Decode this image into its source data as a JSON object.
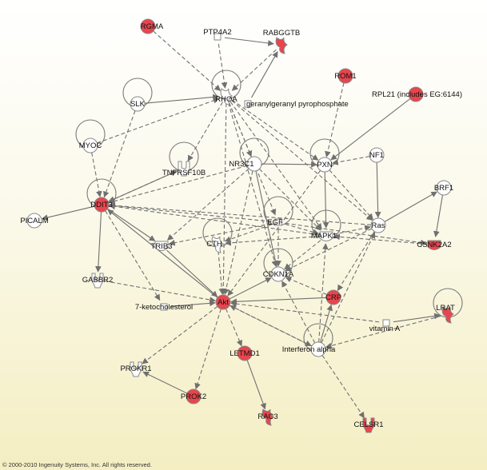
{
  "colors": {
    "highlight": "#e8454d",
    "neutral": "#ffffff",
    "stroke": "#7a7a7a",
    "edge": "#707070"
  },
  "nodes": [
    {
      "id": "RGMA",
      "label": "RGMA",
      "color": "red",
      "shape": "circle"
    },
    {
      "id": "PTP4A2",
      "label": "PTP4A2",
      "color": "white",
      "shape": "square"
    },
    {
      "id": "RABGGTB",
      "label": "RABGGTB",
      "color": "red",
      "shape": "enzyme"
    },
    {
      "id": "ROM1",
      "label": "ROM1",
      "color": "red",
      "shape": "circle"
    },
    {
      "id": "RPL21",
      "label": "RPL21 (includes EG:6144)",
      "color": "red",
      "shape": "circle"
    },
    {
      "id": "SLK",
      "label": "SLK",
      "color": "white",
      "shape": "circle"
    },
    {
      "id": "RHOA",
      "label": "RHOA",
      "color": "white",
      "shape": "enzyme"
    },
    {
      "id": "GGPP",
      "label": "geranylgeranyl pyrophosphate",
      "color": "white",
      "shape": "square"
    },
    {
      "id": "MYOC",
      "label": "MYOC",
      "color": "white",
      "shape": "circle"
    },
    {
      "id": "TNFRSF10B",
      "label": "TNFRSF10B",
      "color": "white",
      "shape": "receptor"
    },
    {
      "id": "NR3C1",
      "label": "NR3C1",
      "color": "white",
      "shape": "circle"
    },
    {
      "id": "PXN",
      "label": "PXN",
      "color": "white",
      "shape": "circle"
    },
    {
      "id": "NF1",
      "label": "NF1",
      "color": "white",
      "shape": "circle"
    },
    {
      "id": "DDIT3",
      "label": "DDIT3",
      "color": "red",
      "shape": "circle"
    },
    {
      "id": "BRF1",
      "label": "BRF1",
      "color": "white",
      "shape": "circle"
    },
    {
      "id": "PICALM",
      "label": "PICALM",
      "color": "white",
      "shape": "circle"
    },
    {
      "id": "EGF",
      "label": "EGF",
      "color": "white",
      "shape": "square"
    },
    {
      "id": "Ras",
      "label": "Ras",
      "color": "white",
      "shape": "circle"
    },
    {
      "id": "MAPK1",
      "label": "MAPK1",
      "color": "white",
      "shape": "kinase"
    },
    {
      "id": "TRIB3",
      "label": "TRIB3",
      "color": "white",
      "shape": "kinase"
    },
    {
      "id": "CTH",
      "label": "CTH",
      "color": "white",
      "shape": "enzyme"
    },
    {
      "id": "CSNK2A2",
      "label": "CSNK2A2",
      "color": "red",
      "shape": "kinase"
    },
    {
      "id": "CDKN1A",
      "label": "CDKN1A",
      "color": "white",
      "shape": "circle"
    },
    {
      "id": "GABBR2",
      "label": "GABBR2",
      "color": "white",
      "shape": "receptor"
    },
    {
      "id": "CRP",
      "label": "CRP",
      "color": "red",
      "shape": "circle"
    },
    {
      "id": "LRAT",
      "label": "LRAT",
      "color": "red",
      "shape": "enzyme"
    },
    {
      "id": "KETO",
      "label": "7-ketocholesterol",
      "color": "white",
      "shape": "square"
    },
    {
      "id": "Akt",
      "label": "Akt",
      "color": "red",
      "shape": "circle"
    },
    {
      "id": "VITA",
      "label": "vitamin A",
      "color": "white",
      "shape": "square"
    },
    {
      "id": "LETMD1",
      "label": "LETMD1",
      "color": "red",
      "shape": "circle"
    },
    {
      "id": "IFNA",
      "label": "Interferon alpha",
      "color": "white",
      "shape": "circle"
    },
    {
      "id": "PROKR1",
      "label": "PROKR1",
      "color": "white",
      "shape": "receptor"
    },
    {
      "id": "PROK2",
      "label": "PROK2",
      "color": "red",
      "shape": "circle"
    },
    {
      "id": "RAC3",
      "label": "RAC3",
      "color": "red",
      "shape": "enzyme"
    },
    {
      "id": "CELSR1",
      "label": "CELSR1",
      "color": "red",
      "shape": "receptor"
    }
  ],
  "edges": [
    {
      "from": "RGMA",
      "to": "RHOA",
      "style": "dashed"
    },
    {
      "from": "PTP4A2",
      "to": "RHOA",
      "style": "dashed"
    },
    {
      "from": "PTP4A2",
      "to": "RABGGTB",
      "style": "solid"
    },
    {
      "from": "GGPP",
      "to": "RABGGTB",
      "style": "solid"
    },
    {
      "from": "RABGGTB",
      "to": "RHOA",
      "style": "dashed"
    },
    {
      "from": "SLK",
      "to": "RHOA",
      "style": "solid"
    },
    {
      "from": "SLK",
      "to": "DDIT3",
      "style": "dashed"
    },
    {
      "from": "MYOC",
      "to": "RHOA",
      "style": "dashed"
    },
    {
      "from": "MYOC",
      "to": "DDIT3",
      "style": "dashed"
    },
    {
      "from": "RHOA",
      "to": "TNFRSF10B",
      "style": "dashed"
    },
    {
      "from": "RHOA",
      "to": "NR3C1",
      "style": "dashed"
    },
    {
      "from": "RHOA",
      "to": "PXN",
      "style": "dashed"
    },
    {
      "from": "RHOA",
      "to": "CDKN1A",
      "style": "dashed"
    },
    {
      "from": "RHOA",
      "to": "MAPK1",
      "style": "dashed"
    },
    {
      "from": "RHOA",
      "to": "Ras",
      "style": "dashed"
    },
    {
      "from": "RHOA",
      "to": "EGF",
      "style": "dashed"
    },
    {
      "from": "ROM1",
      "to": "PXN",
      "style": "dashed"
    },
    {
      "from": "RPL21",
      "to": "PXN",
      "style": "solid"
    },
    {
      "from": "NR3C1",
      "to": "PXN",
      "style": "solid"
    },
    {
      "from": "NR3C1",
      "to": "DDIT3",
      "style": "dashed"
    },
    {
      "from": "NR3C1",
      "to": "TRIB3",
      "style": "dashed"
    },
    {
      "from": "NR3C1",
      "to": "CDKN1A",
      "style": "solid"
    },
    {
      "from": "NR3C1",
      "to": "MAPK1",
      "style": "dashed"
    },
    {
      "from": "NR3C1",
      "to": "Akt",
      "style": "dashed"
    },
    {
      "from": "PXN",
      "to": "Ras",
      "style": "dashed"
    },
    {
      "from": "PXN",
      "to": "MAPK1",
      "style": "solid"
    },
    {
      "from": "PXN",
      "to": "Akt",
      "style": "dashed"
    },
    {
      "from": "NF1",
      "to": "Ras",
      "style": "solid"
    },
    {
      "from": "NF1",
      "to": "PXN",
      "style": "dashed"
    },
    {
      "from": "TNFRSF10B",
      "to": "DDIT3",
      "style": "dashed"
    },
    {
      "from": "DDIT3",
      "to": "TNFRSF10B",
      "style": "solid"
    },
    {
      "from": "DDIT3",
      "to": "PICALM",
      "style": "solid"
    },
    {
      "from": "DDIT3",
      "to": "GABBR2",
      "style": "solid"
    },
    {
      "from": "DDIT3",
      "to": "TRIB3",
      "style": "solid"
    },
    {
      "from": "DDIT3",
      "to": "KETO",
      "style": "dashed"
    },
    {
      "from": "Ras",
      "to": "BRF1",
      "style": "solid"
    },
    {
      "from": "Ras",
      "to": "DDIT3",
      "style": "dashed"
    },
    {
      "from": "Ras",
      "to": "CDKN1A",
      "style": "dashed"
    },
    {
      "from": "Ras",
      "to": "CRP",
      "style": "dashed"
    },
    {
      "from": "BRF1",
      "to": "CSNK2A2",
      "style": "solid"
    },
    {
      "from": "EGF",
      "to": "DDIT3",
      "style": "dashed"
    },
    {
      "from": "EGF",
      "to": "TRIB3",
      "style": "dashed"
    },
    {
      "from": "EGF",
      "to": "CTH",
      "style": "dashed"
    },
    {
      "from": "EGF",
      "to": "MAPK1",
      "style": "dashed"
    },
    {
      "from": "EGF",
      "to": "CSNK2A2",
      "style": "dashed"
    },
    {
      "from": "EGF",
      "to": "CDKN1A",
      "style": "dashed"
    },
    {
      "from": "MAPK1",
      "to": "DDIT3",
      "style": "dashed"
    },
    {
      "from": "MAPK1",
      "to": "CDKN1A",
      "style": "dashed"
    },
    {
      "from": "MAPK1",
      "to": "CTH",
      "style": "dashed"
    },
    {
      "from": "MAPK1",
      "to": "Ras",
      "style": "dashed"
    },
    {
      "from": "CSNK2A2",
      "to": "MAPK1",
      "style": "dashed"
    },
    {
      "from": "TRIB3",
      "to": "Akt",
      "style": "solid"
    },
    {
      "from": "CTH",
      "to": "Akt",
      "style": "dashed"
    },
    {
      "from": "Akt",
      "to": "CDKN1A",
      "style": "solid"
    },
    {
      "from": "Akt",
      "to": "DDIT3",
      "style": "solid"
    },
    {
      "from": "Akt",
      "to": "LETMD1",
      "style": "dashed"
    },
    {
      "from": "Akt",
      "to": "PROK2",
      "style": "dashed"
    },
    {
      "from": "Akt",
      "to": "PROKR1",
      "style": "dashed"
    },
    {
      "from": "Akt",
      "to": "IFNA",
      "style": "dashed"
    },
    {
      "from": "KETO",
      "to": "Akt",
      "style": "solid"
    },
    {
      "from": "CRP",
      "to": "Akt",
      "style": "solid"
    },
    {
      "from": "CRP",
      "to": "CDKN1A",
      "style": "dashed"
    },
    {
      "from": "IFNA",
      "to": "Akt",
      "style": "dashed"
    },
    {
      "from": "IFNA",
      "to": "CDKN1A",
      "style": "dashed"
    },
    {
      "from": "IFNA",
      "to": "CRP",
      "style": "solid"
    },
    {
      "from": "IFNA",
      "to": "MAPK1",
      "style": "dashed"
    },
    {
      "from": "IFNA",
      "to": "Ras",
      "style": "dashed"
    },
    {
      "from": "IFNA",
      "to": "CELSR1",
      "style": "dashed"
    },
    {
      "from": "VITA",
      "to": "LRAT",
      "style": "solid"
    },
    {
      "from": "VITA",
      "to": "Akt",
      "style": "dashed"
    },
    {
      "from": "LRAT",
      "to": "IFNA",
      "style": "dashed"
    },
    {
      "from": "LETMD1",
      "to": "RAC3",
      "style": "solid"
    },
    {
      "from": "PROK2",
      "to": "PROKR1",
      "style": "solid"
    },
    {
      "from": "GABBR2",
      "to": "Akt",
      "style": "dashed"
    },
    {
      "from": "RHOA",
      "to": "Akt",
      "style": "dashed"
    }
  ],
  "self_loops": [
    "RHOA",
    "TNFRSF10B",
    "SLK",
    "MYOC",
    "DDIT3",
    "NR3C1",
    "PXN",
    "EGF",
    "MAPK1",
    "CTH",
    "LRAT",
    "IFNA",
    "CDKN1A"
  ],
  "copyright": "© 2000-2010 Ingenuity Systems, Inc. All rights reserved."
}
